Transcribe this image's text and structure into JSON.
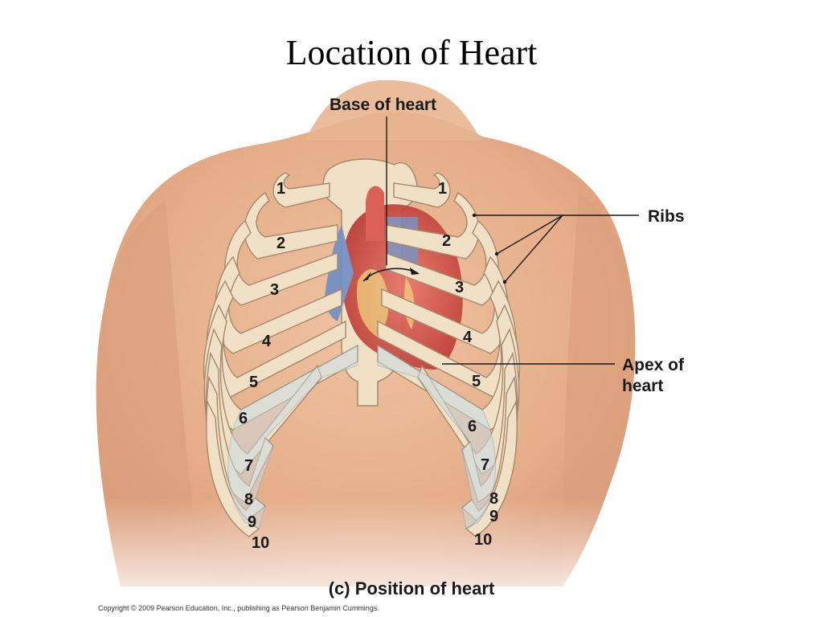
{
  "title": "Location of Heart",
  "labels": {
    "base": "Base of heart",
    "ribs": "Ribs",
    "apex_line1": "Apex of",
    "apex_line2": "heart"
  },
  "rib_numbers": [
    "1",
    "2",
    "3",
    "4",
    "5",
    "6",
    "7",
    "8",
    "9",
    "10"
  ],
  "caption": "(c) Position of heart",
  "copyright": "Copyright © 2009 Pearson Education, Inc., publishing as Pearson Benjamin Cummings.",
  "colors": {
    "skin": "#e9b592",
    "skin_shadow": "#d99a76",
    "bone": "#efe0c6",
    "cartilage": "#c9dbe4",
    "heart": "#d9534a",
    "vein": "#6f8fc6",
    "fat": "#f0d27a"
  }
}
